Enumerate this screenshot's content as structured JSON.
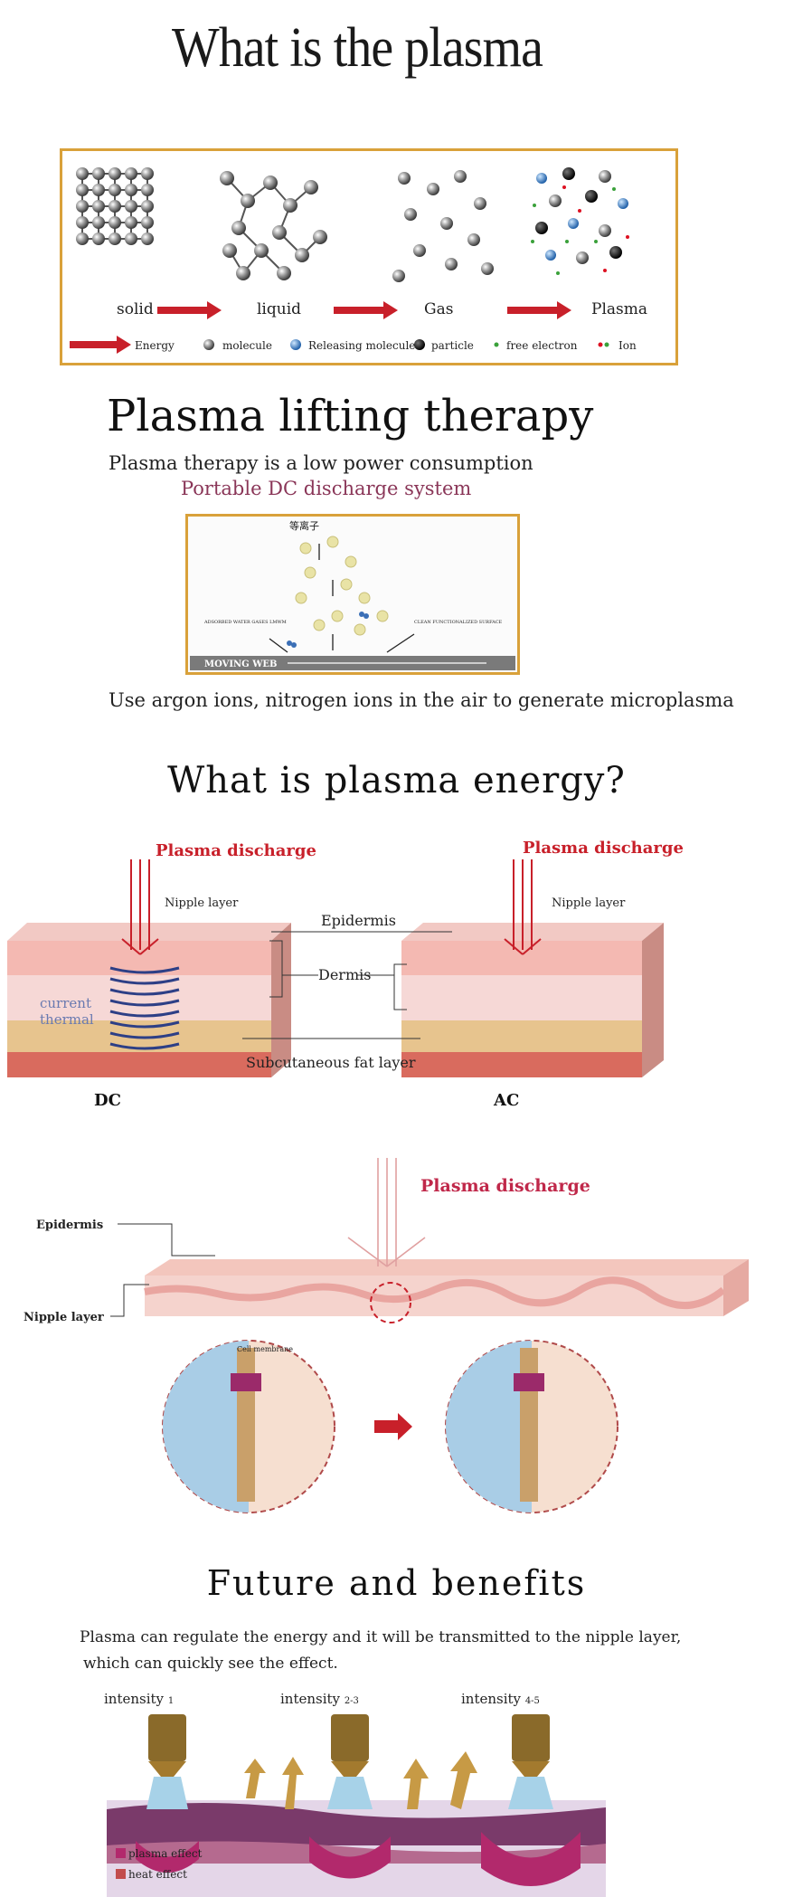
{
  "section1": {
    "title": "What is the plasma",
    "states": [
      "solid",
      "liquid",
      "Gas",
      "Plasma"
    ],
    "legend": {
      "energy": "Energy",
      "molecule": "molecule",
      "releasing": "Releasing molecule",
      "particle": "particle",
      "electron": "free electron",
      "ion": "Ion"
    },
    "colors": {
      "frame": "#d9a13a",
      "arrow": "#c8202a"
    }
  },
  "section2": {
    "title": "Plasma lifting therapy",
    "line1": "Plasma therapy is a low power consumption",
    "line2": "Portable DC discharge system",
    "figure": {
      "top_label": "等离子",
      "left_label": "ADSORBED WATER GASES LMWM",
      "right_label": "CLEAN FUNCTIONALIZED SURFACE",
      "bottom_label": "MOVING WEB"
    },
    "line3": "Use argon ions, nitrogen ions in the air to generate microplasma"
  },
  "section3": {
    "title": "What is plasma energy?",
    "discharge": "Plasma discharge",
    "nipple": "Nipple layer",
    "epidermis": "Epidermis",
    "dermis": "Dermis",
    "fat": "Subcutaneous fat layer",
    "current": "current",
    "thermal": "thermal",
    "dc": "DC",
    "ac": "AC"
  },
  "section4": {
    "discharge": "Plasma discharge",
    "epidermis": "Epidermis",
    "nipple": "Nipple layer",
    "cell_top": "Cell membrane"
  },
  "section5": {
    "title": "Future and benefits",
    "text1": "Plasma can regulate the energy and it will be transmitted to the nipple layer,",
    "text2": "which can quickly see the effect.",
    "intensities": [
      {
        "label": "intensity",
        "level": "1"
      },
      {
        "label": "intensity",
        "level": "2-3"
      },
      {
        "label": "intensity",
        "level": "4-5"
      }
    ],
    "legend_plasma": "plasma effect",
    "legend_heat": "heat effect"
  }
}
